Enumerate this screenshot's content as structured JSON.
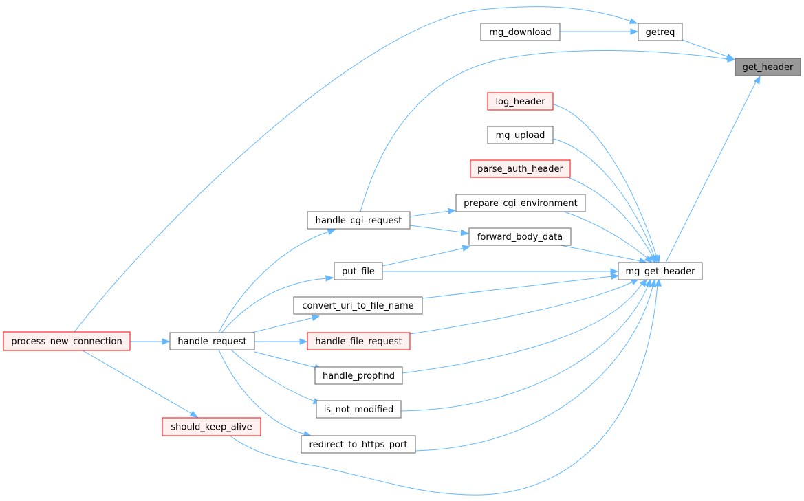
{
  "colors": {
    "edge": "#63b8ff",
    "node_border": "#666666",
    "node_fill": "#ffffff",
    "red_border": "#ff0000",
    "red_fill": "#fff0f0",
    "focus_fill": "#999999"
  },
  "nodes": [
    {
      "id": "get_header",
      "label": "get_header",
      "style": "focus"
    },
    {
      "id": "getreq",
      "label": "getreq",
      "style": "plain"
    },
    {
      "id": "mg_download",
      "label": "mg_download",
      "style": "plain"
    },
    {
      "id": "log_header",
      "label": "log_header",
      "style": "red"
    },
    {
      "id": "mg_upload",
      "label": "mg_upload",
      "style": "plain"
    },
    {
      "id": "parse_auth_header",
      "label": "parse_auth_header",
      "style": "red"
    },
    {
      "id": "prepare_cgi_environment",
      "label": "prepare_cgi_environment",
      "style": "plain"
    },
    {
      "id": "handle_cgi_request",
      "label": "handle_cgi_request",
      "style": "plain"
    },
    {
      "id": "forward_body_data",
      "label": "forward_body_data",
      "style": "plain"
    },
    {
      "id": "put_file",
      "label": "put_file",
      "style": "plain"
    },
    {
      "id": "mg_get_header",
      "label": "mg_get_header",
      "style": "plain"
    },
    {
      "id": "convert_uri_to_file_name",
      "label": "convert_uri_to_file_name",
      "style": "plain"
    },
    {
      "id": "process_new_connection",
      "label": "process_new_connection",
      "style": "red"
    },
    {
      "id": "handle_request",
      "label": "handle_request",
      "style": "plain"
    },
    {
      "id": "handle_file_request",
      "label": "handle_file_request",
      "style": "red"
    },
    {
      "id": "handle_propfind",
      "label": "handle_propfind",
      "style": "plain"
    },
    {
      "id": "is_not_modified",
      "label": "is_not_modified",
      "style": "plain"
    },
    {
      "id": "should_keep_alive",
      "label": "should_keep_alive",
      "style": "red"
    },
    {
      "id": "redirect_to_https_port",
      "label": "redirect_to_https_port",
      "style": "plain"
    }
  ],
  "edges": [
    {
      "from": "getreq",
      "to": "get_header"
    },
    {
      "from": "mg_download",
      "to": "getreq"
    },
    {
      "from": "process_new_connection",
      "to": "getreq"
    },
    {
      "from": "handle_cgi_request",
      "to": "get_header"
    },
    {
      "from": "mg_get_header",
      "to": "get_header"
    },
    {
      "from": "log_header",
      "to": "mg_get_header"
    },
    {
      "from": "mg_upload",
      "to": "mg_get_header"
    },
    {
      "from": "parse_auth_header",
      "to": "mg_get_header"
    },
    {
      "from": "prepare_cgi_environment",
      "to": "mg_get_header"
    },
    {
      "from": "forward_body_data",
      "to": "mg_get_header"
    },
    {
      "from": "put_file",
      "to": "mg_get_header"
    },
    {
      "from": "convert_uri_to_file_name",
      "to": "mg_get_header"
    },
    {
      "from": "handle_file_request",
      "to": "mg_get_header"
    },
    {
      "from": "handle_propfind",
      "to": "mg_get_header"
    },
    {
      "from": "is_not_modified",
      "to": "mg_get_header"
    },
    {
      "from": "redirect_to_https_port",
      "to": "mg_get_header"
    },
    {
      "from": "should_keep_alive",
      "to": "mg_get_header"
    },
    {
      "from": "handle_cgi_request",
      "to": "prepare_cgi_environment"
    },
    {
      "from": "handle_cgi_request",
      "to": "forward_body_data"
    },
    {
      "from": "put_file",
      "to": "forward_body_data"
    },
    {
      "from": "handle_request",
      "to": "handle_cgi_request"
    },
    {
      "from": "handle_request",
      "to": "put_file"
    },
    {
      "from": "handle_request",
      "to": "convert_uri_to_file_name"
    },
    {
      "from": "handle_request",
      "to": "handle_file_request"
    },
    {
      "from": "handle_request",
      "to": "handle_propfind"
    },
    {
      "from": "handle_request",
      "to": "is_not_modified"
    },
    {
      "from": "handle_request",
      "to": "redirect_to_https_port"
    },
    {
      "from": "process_new_connection",
      "to": "handle_request"
    },
    {
      "from": "process_new_connection",
      "to": "should_keep_alive"
    }
  ]
}
